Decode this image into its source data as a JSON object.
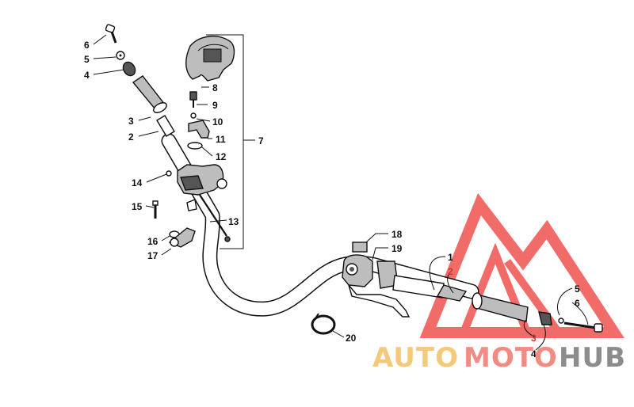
{
  "callouts": [
    {
      "id": "6",
      "label": "6",
      "tone": "dark"
    },
    {
      "id": "5",
      "label": "5",
      "tone": "dark"
    },
    {
      "id": "4",
      "label": "4",
      "tone": "dark"
    },
    {
      "id": "3",
      "label": "3",
      "tone": "dark"
    },
    {
      "id": "2",
      "label": "2",
      "tone": "dark"
    },
    {
      "id": "8",
      "label": "8",
      "tone": "dark"
    },
    {
      "id": "9",
      "label": "9",
      "tone": "dark"
    },
    {
      "id": "10",
      "label": "10",
      "tone": "dark"
    },
    {
      "id": "11",
      "label": "11",
      "tone": "dark"
    },
    {
      "id": "12",
      "label": "12",
      "tone": "dark"
    },
    {
      "id": "7",
      "label": "7",
      "tone": "dark"
    },
    {
      "id": "14",
      "label": "14",
      "tone": "dark"
    },
    {
      "id": "15",
      "label": "15",
      "tone": "dark"
    },
    {
      "id": "13",
      "label": "13",
      "tone": "dark"
    },
    {
      "id": "16",
      "label": "16",
      "tone": "dark"
    },
    {
      "id": "17",
      "label": "17",
      "tone": "dark"
    },
    {
      "id": "18",
      "label": "18",
      "tone": "dark"
    },
    {
      "id": "19",
      "label": "19",
      "tone": "dark"
    },
    {
      "id": "1r",
      "label": "1",
      "tone": "dark"
    },
    {
      "id": "2r",
      "label": "2",
      "tone": "red"
    },
    {
      "id": "5r",
      "label": "5",
      "tone": "dark"
    },
    {
      "id": "6r",
      "label": "6",
      "tone": "dark"
    },
    {
      "id": "3r",
      "label": "3",
      "tone": "red"
    },
    {
      "id": "4r",
      "label": "4",
      "tone": "dark"
    },
    {
      "id": "20",
      "label": "20",
      "tone": "dark"
    }
  ],
  "watermark": {
    "text_auto": "AUTO",
    "text_moto": "MOTO",
    "text_hub": "HUB",
    "color_auto": "#f5c97a",
    "color_moto": "#f28b82",
    "color_hub": "#8c8c8c",
    "logo_color": "#ef5350"
  },
  "colors": {
    "line": "#111111",
    "part_fill": "#ffffff",
    "part_shade": "#bdbdbd",
    "red_label": "#c0392b"
  }
}
